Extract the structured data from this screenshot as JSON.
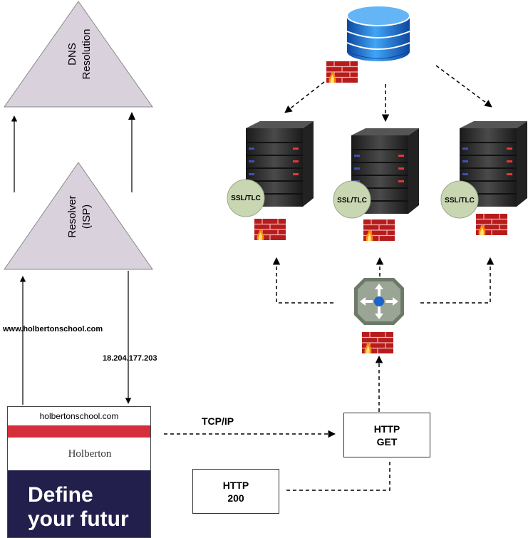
{
  "dns_triangle": {
    "line1": "DNS",
    "line2": "Resolution"
  },
  "resolver_triangle": {
    "line1": "Resolver",
    "line2": "(ISP)"
  },
  "request_label": "www.holbertonschool.com",
  "ip_label": "18.204.177.203",
  "tcp_label": "TCP/IP",
  "browser": {
    "url": "holbertonschool.com",
    "logo": "Holberton",
    "hero_line1": "Define",
    "hero_line2": "your futur"
  },
  "http_get": {
    "line1": "HTTP",
    "line2": "GET"
  },
  "http_200": {
    "line1": "HTTP",
    "line2": "200"
  },
  "servers": [
    {
      "ssl_label": "SSL/TLC"
    },
    {
      "ssl_label": "SSL/TLC"
    },
    {
      "ssl_label": "SSL/TLC"
    }
  ],
  "colors": {
    "triangle_fill": "#d9d2dd",
    "firewall_red": "#c8102e",
    "ssl_green": "#c8d6b2",
    "database_blue": "#1565c0",
    "hero_navy": "#231f4d",
    "browser_red": "#d32f3c"
  }
}
